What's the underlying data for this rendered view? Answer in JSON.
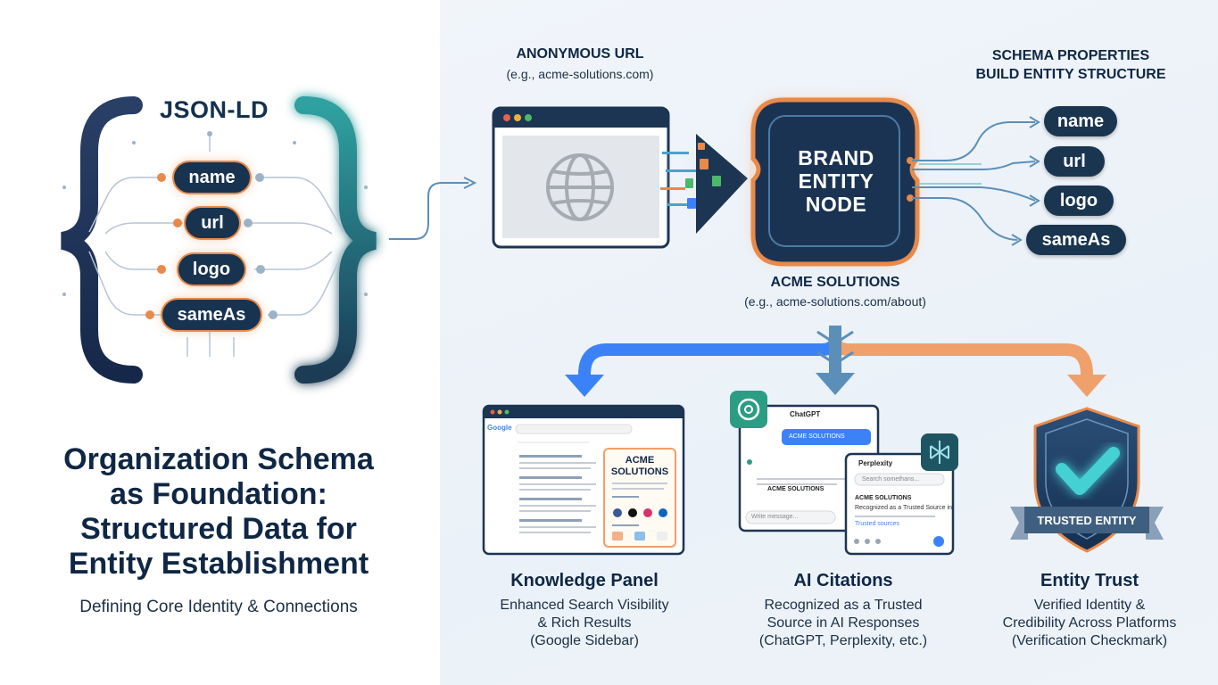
{
  "left": {
    "json_ld_title": "JSON-LD",
    "properties": [
      "name",
      "url",
      "logo",
      "sameAs"
    ],
    "title_lines": [
      "Organization Schema",
      "as Foundation:",
      "Structured Data for",
      "Entity Establishment"
    ],
    "subtitle": "Defining Core Identity & Connections"
  },
  "flow": {
    "anon_url_title": "ANONYMOUS URL",
    "anon_url_example": "(e.g., acme-solutions.com)",
    "node_lines": [
      "BRAND",
      "ENTITY",
      "NODE"
    ],
    "acme_title": "ACME SOLUTIONS",
    "acme_example": "(e.g., acme-solutions.com/about)",
    "schema_props_line1": "SCHEMA PROPERTIES",
    "schema_props_line2": "BUILD ENTITY STRUCTURE",
    "props": [
      "name",
      "url",
      "logo",
      "sameAs"
    ]
  },
  "outcomes": {
    "knowledge": {
      "title": "Knowledge Panel",
      "desc": [
        "Enhanced Search Visibility",
        "& Rich Results",
        "(Google Sidebar)"
      ],
      "panel_name": [
        "ACME",
        "SOLUTIONS"
      ],
      "search_logo": "Google"
    },
    "ai": {
      "title": "AI Citations",
      "desc": [
        "Recognized as a Trusted",
        "Source in AI Responses",
        "(ChatGPT, Perplexity, etc.)"
      ],
      "chatgpt_label": "ChatGPT",
      "chatgpt_bubble": "ACME SOLUTIONS",
      "chatgpt_name": "ACME SOLUTIONS",
      "chatgpt_input": "Write message...",
      "perplexity_label": "Perplexity",
      "perplexity_search": "Search somethans...",
      "perplexity_name": "ACME SOLUTIONS",
      "perplexity_line": "Recognized as a Trusted Source in",
      "perplexity_sources": "Trusted sources"
    },
    "trust": {
      "title": "Entity Trust",
      "desc": [
        "Verified Identity &",
        "Credibility Across Platforms",
        "(Verification Checkmark)"
      ],
      "ribbon": "TRUSTED ENTITY"
    }
  },
  "colors": {
    "navy": "#0f2744",
    "teal": "#2f8f94",
    "orange": "#e88a4a",
    "blue": "#3b82f6",
    "slate": "#5b8fb9"
  }
}
